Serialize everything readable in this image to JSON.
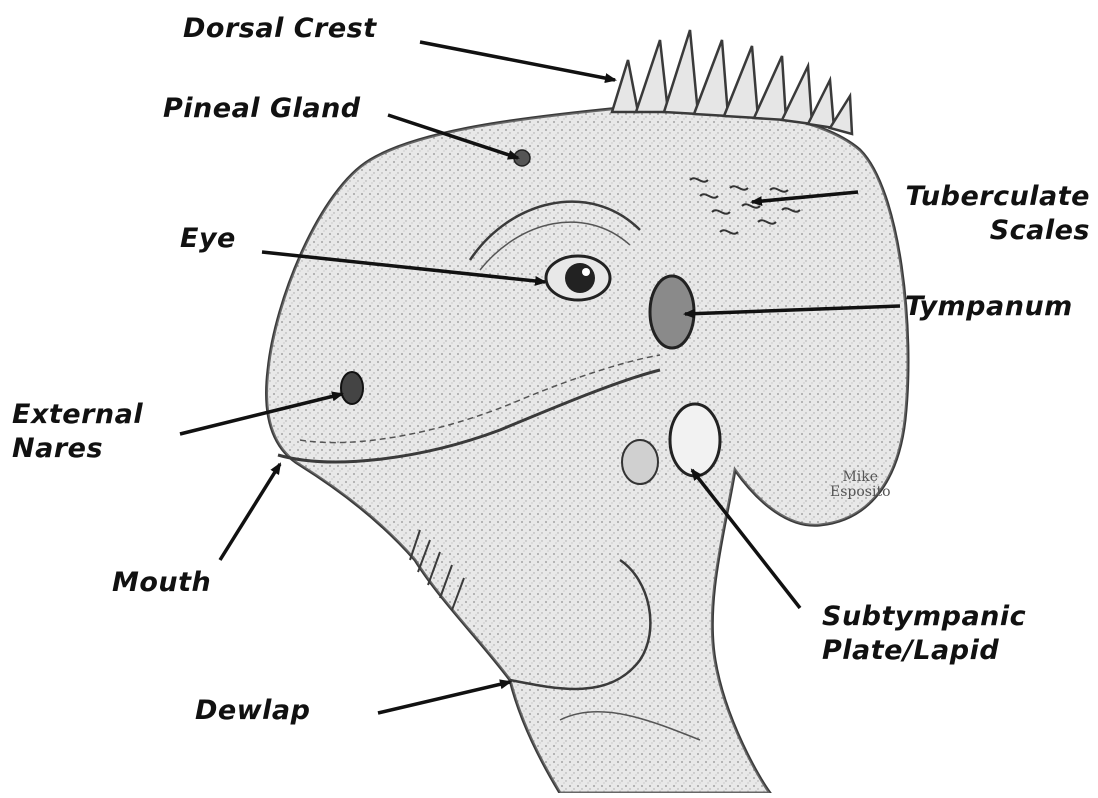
{
  "labels": {
    "dorsal_crest": "Dorsal Crest",
    "pineal_gland": "Pineal Gland",
    "tuberculate_scales_1": "Tuberculate",
    "tuberculate_scales_2": "Scales",
    "eye": "Eye",
    "tympanum": "Tympanum",
    "external_nares_1": "External",
    "external_nares_2": "Nares",
    "mouth": "Mouth",
    "subtympanic_1": "Subtympanic",
    "subtympanic_2": "Plate/Lapid",
    "dewlap": "Dewlap"
  },
  "signature": {
    "line1": "Mike",
    "line2": "Esposito"
  },
  "colors": {
    "ink": "#111111",
    "sketch": "#3a3a3a",
    "shade": "#bdbdbd",
    "background": "#ffffff"
  }
}
